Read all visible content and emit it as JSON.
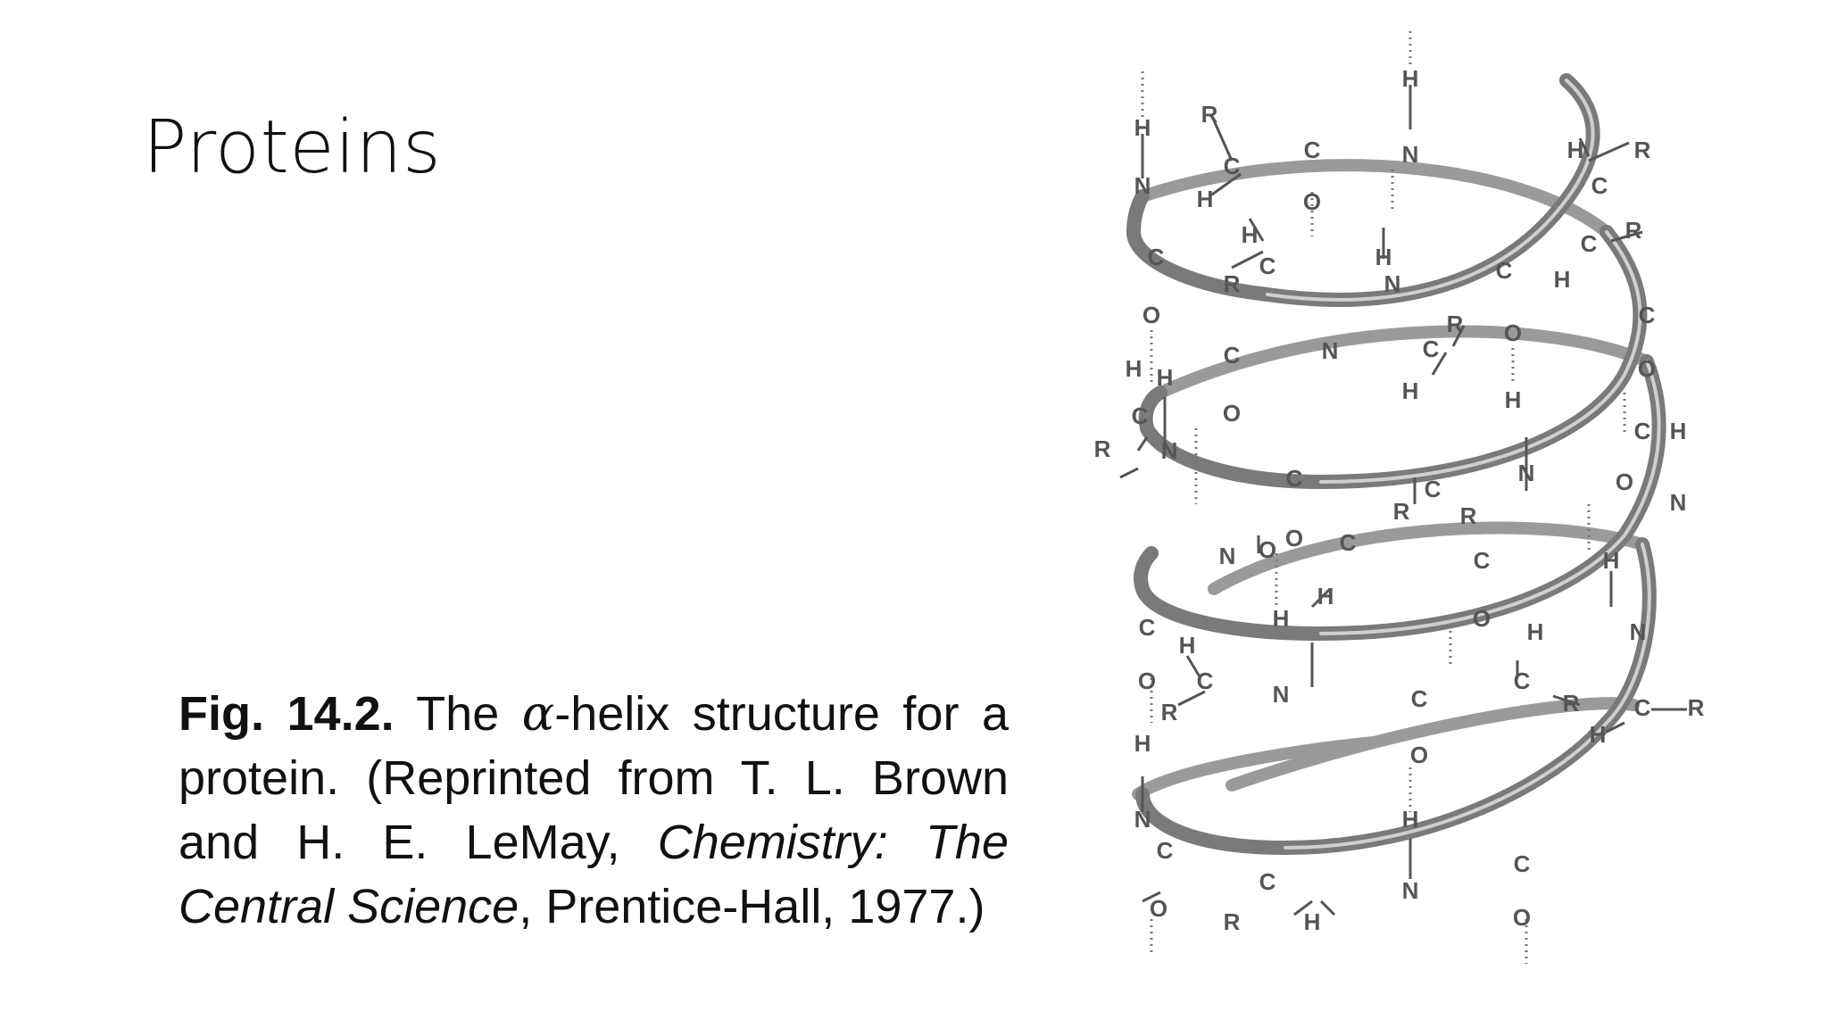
{
  "slide": {
    "title": "Proteins"
  },
  "caption": {
    "fig_label": "Fig. 14.2.",
    "line1_text": " The ",
    "alpha": "α",
    "line1_rest": "-helix structure for a",
    "line2": "protein. (Reprinted from T. L. Brown",
    "line3_start": "and H. E. LeMay, ",
    "line3_italic": "Chemistry: The",
    "line4_italic": "Central Science",
    "line4_rest": ", Prentice-Hall, 1977.)"
  },
  "diagram": {
    "atom_H": "H",
    "atom_C": "C",
    "atom_N": "N",
    "atom_O": "O",
    "atom_R": "R"
  }
}
